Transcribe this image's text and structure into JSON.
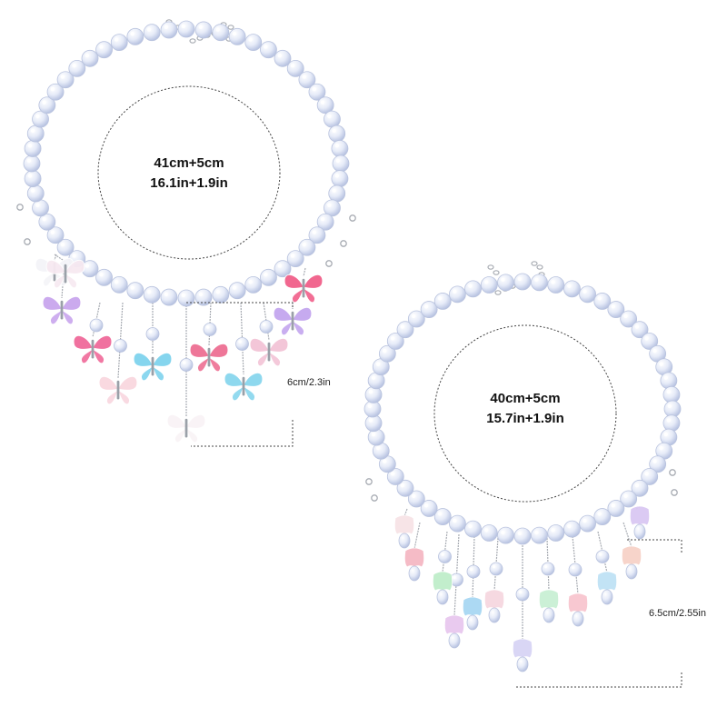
{
  "necklace_butterfly": {
    "size_line1": "41cm+5cm",
    "size_line2": "16.1in+1.9in",
    "drop_length": "6cm/2.3in",
    "pendant_colors": [
      "#f4f4f8",
      "#c9a6ee",
      "#f06a9a",
      "#f9d7df",
      "#7fd3ee",
      "#f9f3f6",
      "#ee6f93",
      "#88d6ee",
      "#f3c4d6",
      "#f15f8a",
      "#c4a6ef",
      "#f7e9f1"
    ]
  },
  "necklace_flower": {
    "size_line1": "40cm+5cm",
    "size_line2": "15.7in+1.9in",
    "drop_length": "6.5cm/2.55in",
    "pendant_colors": [
      "#f7e3e6",
      "#f5b8c4",
      "#bfeeca",
      "#e8c8ef",
      "#a8d8f3",
      "#f6d8e0",
      "#d8d4f5",
      "#c9f0d4",
      "#f8c6cf",
      "#bfe2f5",
      "#f7d2c8",
      "#dac8f3"
    ]
  },
  "colors": {
    "bead_fill": "#e9edf8",
    "bead_edge": "#b9c3de",
    "metal": "#a8acb3",
    "dash": "#444444"
  }
}
